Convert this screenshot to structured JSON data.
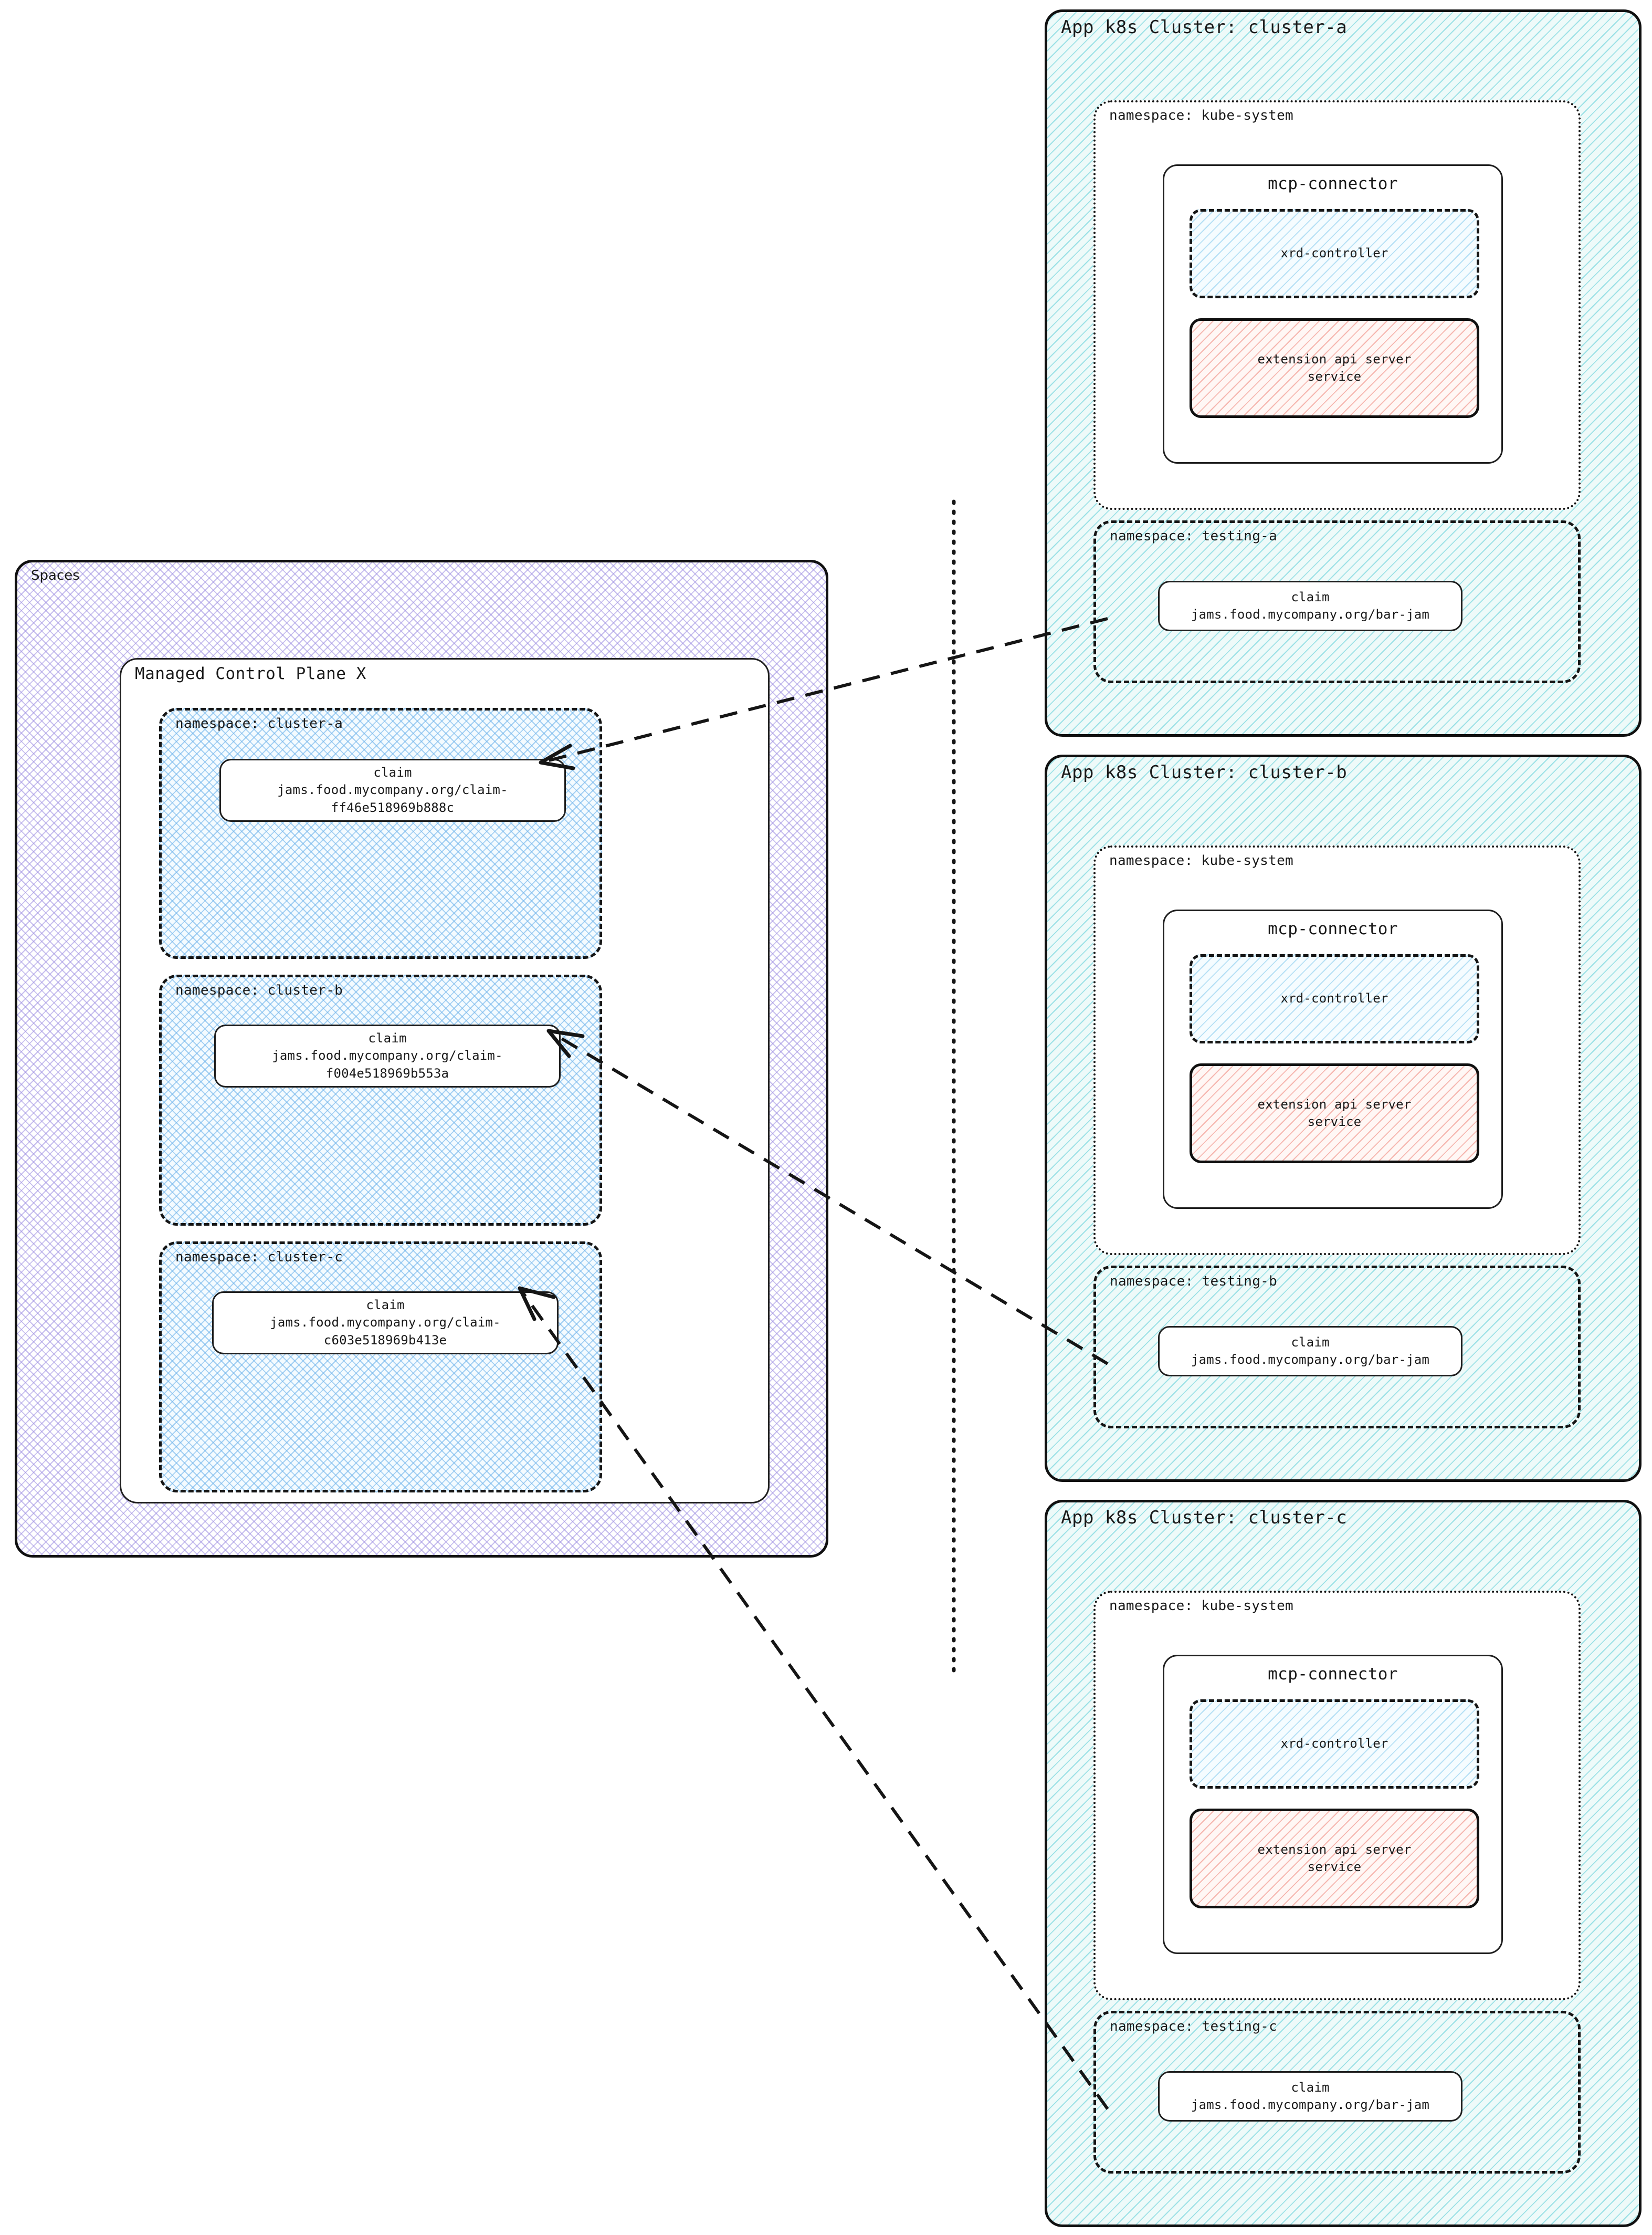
{
  "diagram": {
    "title_hidden": "Crossplane Spaces to App k8s Clusters claim propagation"
  },
  "spaces": {
    "label": "Spaces",
    "accent_color": "#9b8ce1",
    "control_plane": {
      "label": "Managed Control Plane X",
      "namespaces": [
        {
          "label": "namespace: cluster-a",
          "claim": {
            "kind": "claim",
            "ref_line1": "jams.food.mycompany.org/claim-",
            "ref_line2": "ff46e518969b888c"
          }
        },
        {
          "label": "namespace: cluster-b",
          "claim": {
            "kind": "claim",
            "ref_line1": "jams.food.mycompany.org/claim-",
            "ref_line2": "f004e518969b553a"
          }
        },
        {
          "label": "namespace: cluster-c",
          "claim": {
            "kind": "claim",
            "ref_line1": "jams.food.mycompany.org/claim-",
            "ref_line2": "c603e518969b413e"
          }
        }
      ]
    }
  },
  "clusters": [
    {
      "title": "App k8s Cluster: cluster-a",
      "accent_color": "#5acdd7",
      "kube_system": {
        "label": "namespace: kube-system",
        "connector": {
          "title": "mcp-connector",
          "controller": "xrd-controller",
          "api_server_line1": "extension api server",
          "api_server_line2": "service",
          "api_server_color": "#f08c82"
        }
      },
      "testing": {
        "label": "namespace: testing-a",
        "claim": {
          "kind": "claim",
          "ref": "jams.food.mycompany.org/bar-jam"
        }
      }
    },
    {
      "title": "App k8s Cluster: cluster-b",
      "accent_color": "#5acdd7",
      "kube_system": {
        "label": "namespace: kube-system",
        "connector": {
          "title": "mcp-connector",
          "controller": "xrd-controller",
          "api_server_line1": "extension api server",
          "api_server_line2": "service",
          "api_server_color": "#f08c82"
        }
      },
      "testing": {
        "label": "namespace: testing-b",
        "claim": {
          "kind": "claim",
          "ref": "jams.food.mycompany.org/bar-jam"
        }
      }
    },
    {
      "title": "App k8s Cluster: cluster-c",
      "accent_color": "#5acdd7",
      "kube_system": {
        "label": "namespace: kube-system",
        "connector": {
          "title": "mcp-connector",
          "controller": "xrd-controller",
          "api_server_line1": "extension api server",
          "api_server_line2": "service",
          "api_server_color": "#f08c82"
        }
      },
      "testing": {
        "label": "namespace: testing-c",
        "claim": {
          "kind": "claim",
          "ref": "jams.food.mycompany.org/bar-jam"
        }
      }
    }
  ]
}
